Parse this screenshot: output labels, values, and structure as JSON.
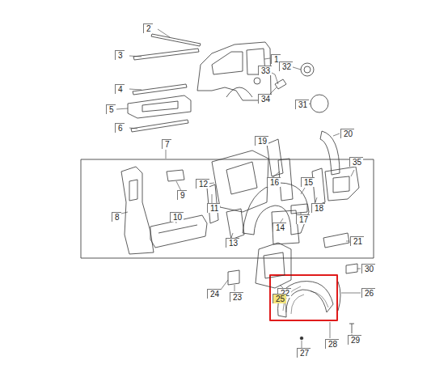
{
  "diagram": {
    "labels": [
      "2",
      "3",
      "1",
      "32",
      "33",
      "31",
      "4",
      "34",
      "5",
      "6",
      "20",
      "7",
      "19",
      "35",
      "12",
      "16",
      "15",
      "9",
      "18",
      "11",
      "17",
      "10",
      "8",
      "14",
      "21",
      "13",
      "30",
      "22",
      "24",
      "26",
      "23",
      "25",
      "29",
      "28",
      "27"
    ]
  }
}
